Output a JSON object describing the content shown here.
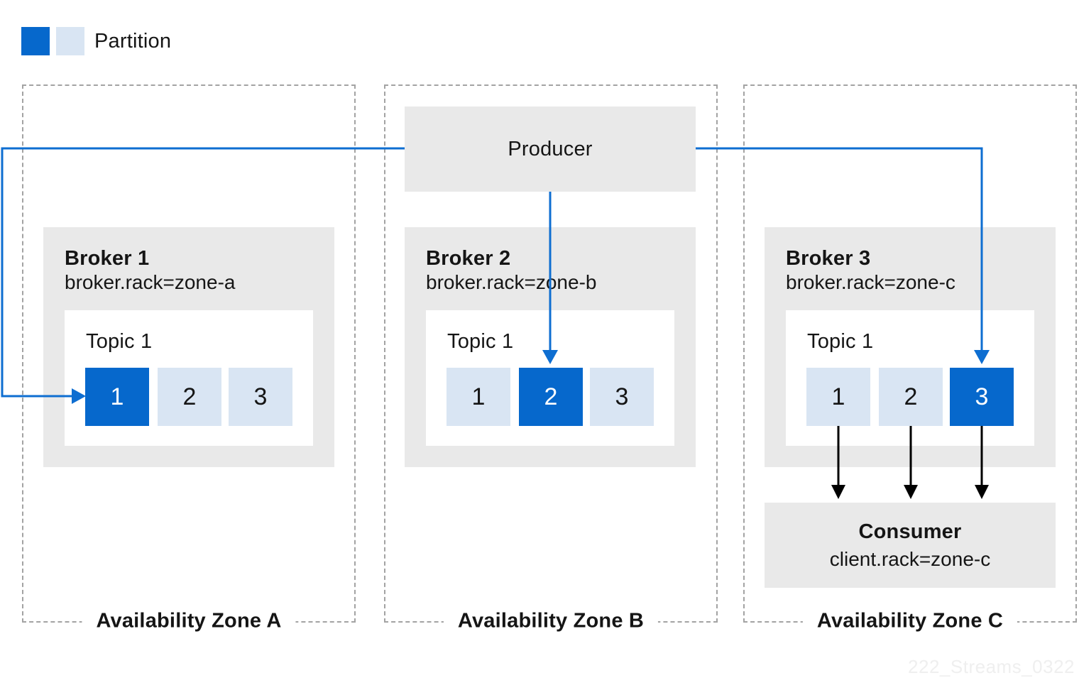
{
  "legend": {
    "label": "Partition"
  },
  "producer": {
    "label": "Producer"
  },
  "consumer": {
    "title": "Consumer",
    "subtitle": "client.rack=zone-c"
  },
  "zones": [
    {
      "label": "Availability Zone A",
      "broker": {
        "title": "Broker 1",
        "subtitle": "broker.rack=zone-a",
        "topic": {
          "title": "Topic 1",
          "partitions": [
            {
              "label": "1",
              "leader": true
            },
            {
              "label": "2",
              "leader": false
            },
            {
              "label": "3",
              "leader": false
            }
          ]
        }
      }
    },
    {
      "label": "Availability Zone B",
      "broker": {
        "title": "Broker 2",
        "subtitle": "broker.rack=zone-b",
        "topic": {
          "title": "Topic 1",
          "partitions": [
            {
              "label": "1",
              "leader": false
            },
            {
              "label": "2",
              "leader": true
            },
            {
              "label": "3",
              "leader": false
            }
          ]
        }
      }
    },
    {
      "label": "Availability Zone C",
      "broker": {
        "title": "Broker 3",
        "subtitle": "broker.rack=zone-c",
        "topic": {
          "title": "Topic 1",
          "partitions": [
            {
              "label": "1",
              "leader": false
            },
            {
              "label": "2",
              "leader": false
            },
            {
              "label": "3",
              "leader": true
            }
          ]
        }
      }
    }
  ],
  "colors": {
    "partition_leader": "#0668cc",
    "partition_replica": "#d9e5f3",
    "box_gray": "#e9e9e9",
    "dashed_border": "#a3a3a3",
    "arrow_blue": "#0e6ed1",
    "arrow_black": "#000000",
    "text": "#151515",
    "watermark": "#efefef"
  },
  "watermark": "222_Streams_0322"
}
